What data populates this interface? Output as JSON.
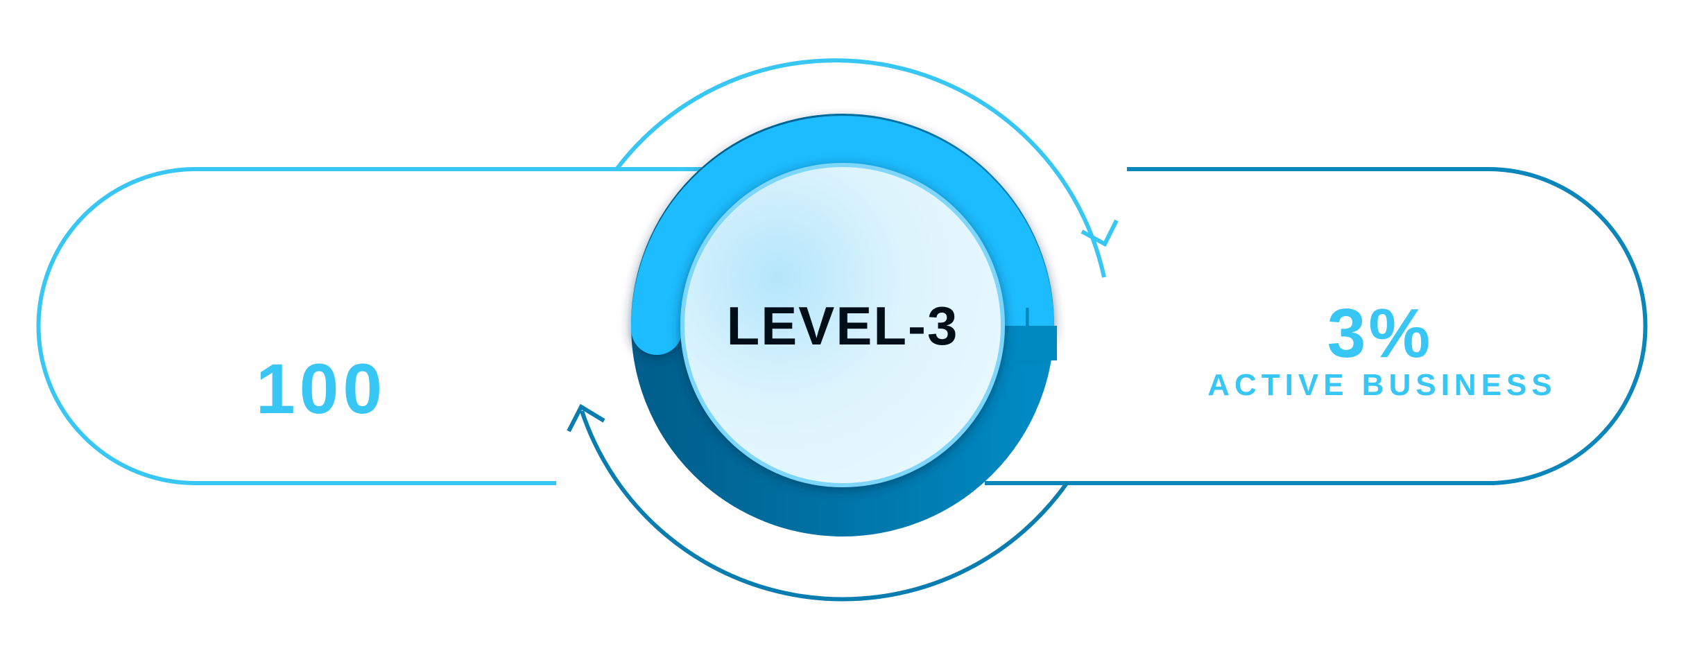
{
  "center": {
    "label": "LEVEL-3"
  },
  "left_panel": {
    "value": "100"
  },
  "right_panel": {
    "value": "3%",
    "label": "ACTIVE BUSINESS"
  },
  "colors": {
    "light_blue": "#38c6f4",
    "dark_blue": "#0a82b6",
    "ring_light": "#1abcfe",
    "ring_dark": "#0078ad",
    "text_dark": "#000f17"
  }
}
